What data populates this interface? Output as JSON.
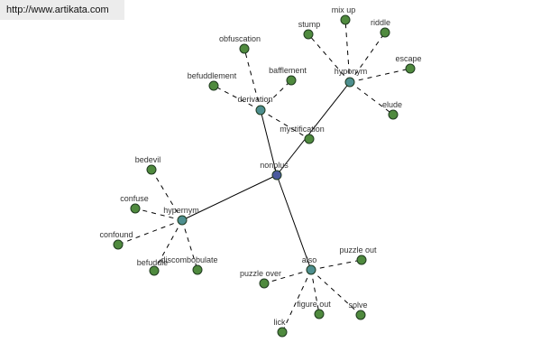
{
  "header": {
    "url_text": "http://www.artikata.com"
  },
  "colors": {
    "center_node": "#4a5a9e",
    "relation_node": "#4e8f8f",
    "leaf_node": "#4f8a3e",
    "edge": "#000000",
    "url_banner_bg": "#ececec"
  },
  "graph": {
    "center": {
      "label": "nonplus"
    },
    "relations": [
      {
        "label": "derivation",
        "leaves": [
          "obfuscation",
          "befuddlement",
          "bafflement",
          "mystification"
        ]
      },
      {
        "label": "hyponym",
        "leaves": [
          "stump",
          "mix up",
          "riddle",
          "escape",
          "elude"
        ]
      },
      {
        "label": "hypernym",
        "leaves": [
          "bedevil",
          "confuse",
          "confound",
          "befuddle",
          "discombobulate"
        ]
      },
      {
        "label": "also",
        "leaves": [
          "puzzle out",
          "puzzle over",
          "figure out",
          "solve",
          "lick"
        ]
      }
    ]
  }
}
